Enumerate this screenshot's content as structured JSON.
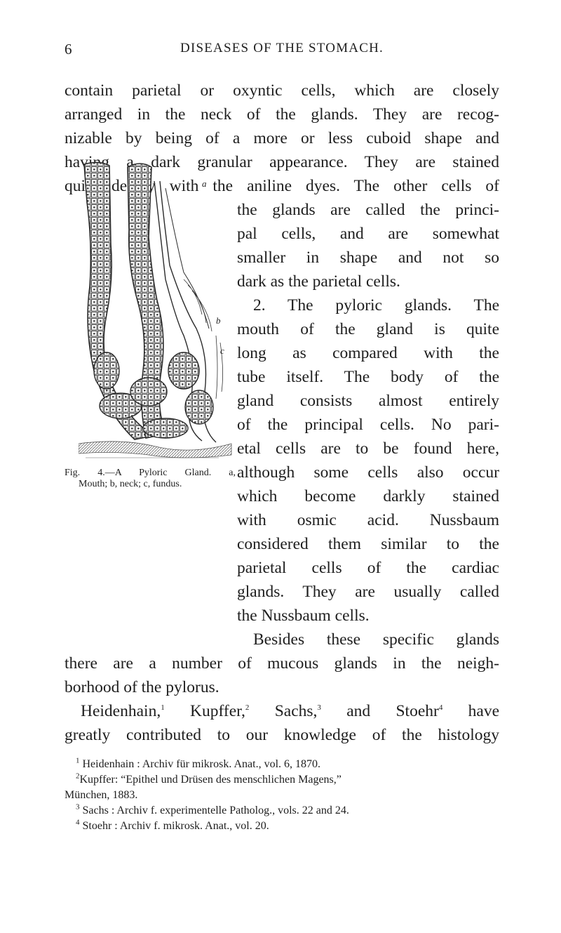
{
  "header": {
    "page_number": "6",
    "running_head": "DISEASES OF THE STOMACH."
  },
  "body": {
    "l01": "contain parietal or oxyntic cells, which are closely",
    "l02": "arranged in the neck of the glands. They are recog-",
    "l03": "nizable by being of a more or less cuboid shape and",
    "l04": "having a dark granular appearance. They are stained",
    "l05": "quite deeply with the aniline dyes. The other cells of",
    "l06": "the glands are called the princi-",
    "l07": "pal cells, and are somewhat",
    "l08": "smaller in shape and not so",
    "l09": "dark as the parietal cells.",
    "l10": "2. The pyloric glands. The",
    "l11": "mouth of the gland is quite",
    "l12": "long as compared with the",
    "l13": "tube itself. The body of the",
    "l14": "gland consists almost entirely",
    "l15": "of the principal cells. No pari-",
    "l16": "etal cells are to be found here,",
    "l17": "although some cells also occur",
    "l18": "which become darkly stained",
    "l19": "with osmic acid. Nussbaum",
    "l20": "considered them similar to the",
    "l21": "parietal cells of the cardiac",
    "l22": "glands. They are usually called",
    "l23": "the Nussbaum cells.",
    "l24": "Besides these specific glands",
    "l25": "there are a number of mucous glands in the neigh-",
    "l26": "borhood of the pylorus.",
    "l27a": "Heidenhain,",
    "l27b": "Kupffer,",
    "l27c": "Sachs,",
    "l27d": "and Stoehr",
    "l27e": "have",
    "l28": "greatly contributed to our knowledge of the histology",
    "ref1": "1",
    "ref2": "2",
    "ref3": "3",
    "ref4": "4"
  },
  "figure": {
    "caption_line1": "Fig. 4.—A Pyloric Gland. a,",
    "caption_line2": "Mouth; b, neck; c, fundus.",
    "label_a": "a",
    "label_b": "b",
    "label_c": "c"
  },
  "footnotes": {
    "fn1": "Heidenhain : Archiv für mikrosk. Anat., vol. 6, 1870.",
    "fn2": "Kupffer: “Epithel und Drüsen des menschlichen Magens,”",
    "fn2b": "München, 1883.",
    "fn3": "Sachs : Archiv f. experimentelle Patholog., vols. 22 and 24.",
    "fn4": "Stoehr : Archiv f. mikrosk. Anat., vol. 20.",
    "m1": "1",
    "m2": "2",
    "m3": "3",
    "m4": "4"
  }
}
